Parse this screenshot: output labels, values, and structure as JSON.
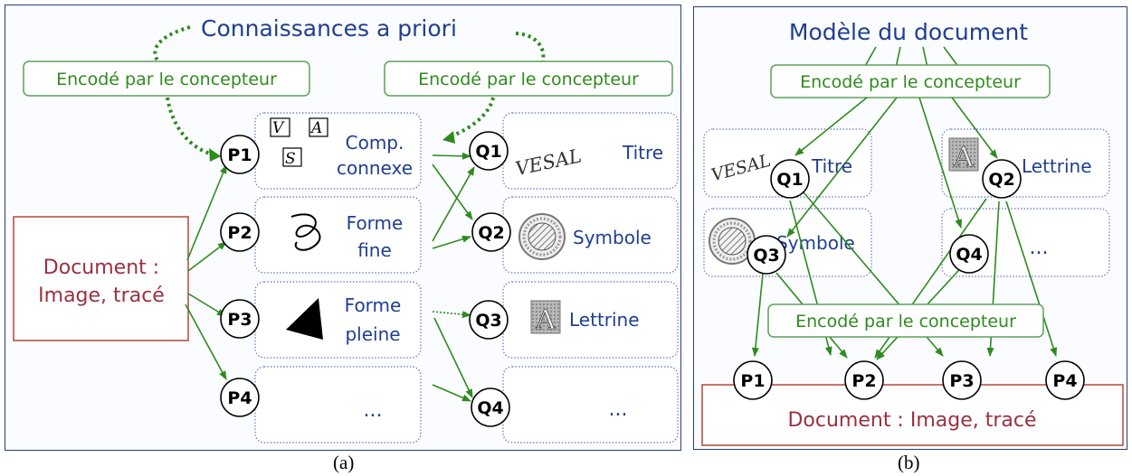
{
  "panel_a": {
    "title": "Connaissances a priori",
    "encoded_left": "Encodé par le concepteur",
    "encoded_right": "Encodé par le concepteur",
    "document": {
      "line1": "Document :",
      "line2": "Image, tracé"
    },
    "p_nodes": [
      "P1",
      "P2",
      "P3",
      "P4"
    ],
    "primitives": [
      {
        "line1": "Comp.",
        "line2": "connexe",
        "icon": "connected-component-glyphs"
      },
      {
        "line1": "Forme",
        "line2": "fine",
        "icon": "thin-stroke-squiggle"
      },
      {
        "line1": "Forme",
        "line2": "pleine",
        "icon": "filled-triangle"
      },
      {
        "line1": "...",
        "line2": "",
        "icon": ""
      }
    ],
    "glyph_letters": [
      "V",
      "A",
      "S"
    ],
    "q_nodes": [
      "Q1",
      "Q2",
      "Q3",
      "Q4"
    ],
    "objects": [
      {
        "label": "Titre",
        "icon": "vesal-handwriting",
        "icon_text": "VESAL"
      },
      {
        "label": "Symbole",
        "icon": "hatched-symbol"
      },
      {
        "label": "Lettrine",
        "icon": "ornamental-letter",
        "icon_text": "A"
      },
      {
        "label": "...",
        "icon": ""
      }
    ],
    "caption": "(a)"
  },
  "panel_b": {
    "title": "Modèle du document",
    "encoded_top": "Encodé par le concepteur",
    "encoded_bottom": "Encodé par le concepteur",
    "objects": [
      {
        "q": "Q1",
        "label": "Titre",
        "icon": "vesal-handwriting",
        "icon_text": "VESAL"
      },
      {
        "q": "Q2",
        "label": "Lettrine",
        "icon": "ornamental-letter",
        "icon_text": "A"
      },
      {
        "q": "Q3",
        "label": "Symbole",
        "icon": "hatched-symbol"
      },
      {
        "q": "Q4",
        "label": "...",
        "icon": ""
      }
    ],
    "p_nodes": [
      "P1",
      "P2",
      "P3",
      "P4"
    ],
    "document": "Document : Image, tracé",
    "caption": "(b)"
  },
  "colors": {
    "frame": "#2a4170",
    "title_text": "#1f3f8f",
    "label_text": "#1f3f8f",
    "dotted_box": "#6a72c8",
    "arrow": "#2e8b1e",
    "green_box": "#5aa15a",
    "green_text": "#2e8b1e",
    "doc_border": "#b5473a",
    "doc_text": "#9a3040"
  }
}
